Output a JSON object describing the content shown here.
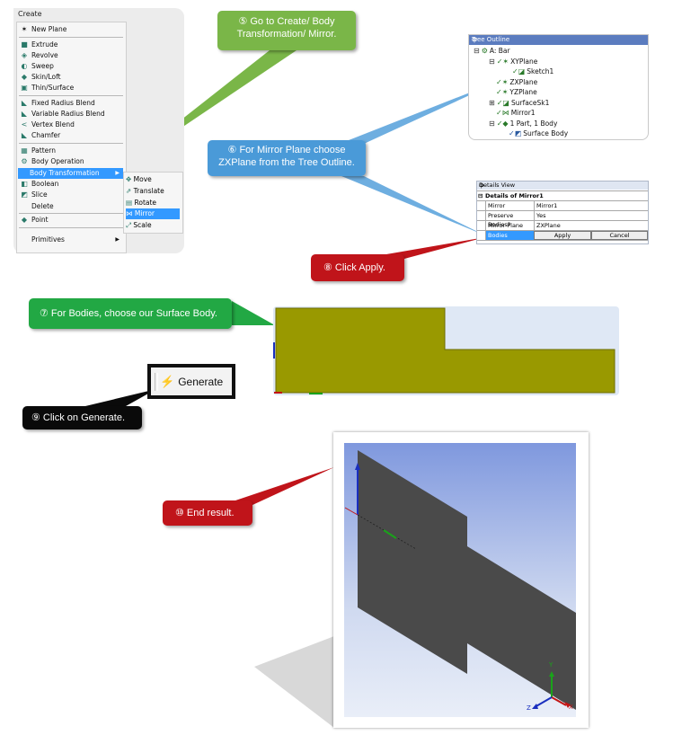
{
  "create_menu": {
    "header": "Create",
    "items": [
      {
        "label": "New Plane",
        "icon": "plane-axes-icon"
      },
      {
        "label": "Extrude",
        "icon": "extrude-icon"
      },
      {
        "label": "Revolve",
        "icon": "revolve-icon"
      },
      {
        "label": "Sweep",
        "icon": "sweep-icon"
      },
      {
        "label": "Skin/Loft",
        "icon": "skin-loft-icon"
      },
      {
        "label": "Thin/Surface",
        "icon": "thin-surface-icon"
      },
      {
        "label": "Fixed Radius Blend",
        "icon": "blend-icon"
      },
      {
        "label": "Variable Radius Blend",
        "icon": "blend-icon"
      },
      {
        "label": "Vertex Blend",
        "icon": "vertex-blend-icon"
      },
      {
        "label": "Chamfer",
        "icon": "chamfer-icon"
      },
      {
        "label": "Pattern",
        "icon": "pattern-icon"
      },
      {
        "label": "Body Operation",
        "icon": "body-operation-icon"
      },
      {
        "label": "Body Transformation",
        "icon": ""
      },
      {
        "label": "Boolean",
        "icon": "boolean-icon"
      },
      {
        "label": "Slice",
        "icon": "slice-icon"
      },
      {
        "label": "Delete",
        "icon": ""
      },
      {
        "label": "Point",
        "icon": "point-icon"
      },
      {
        "label": "Primitives",
        "icon": ""
      }
    ],
    "submenu": [
      {
        "label": "Move",
        "icon": "move-icon"
      },
      {
        "label": "Translate",
        "icon": "translate-icon"
      },
      {
        "label": "Rotate",
        "icon": "rotate-icon"
      },
      {
        "label": "Mirror",
        "icon": "mirror-icon"
      },
      {
        "label": "Scale",
        "icon": "scale-icon"
      }
    ]
  },
  "callouts": {
    "c5": "⑤ Go to Create/ Body Transformation/ Mirror.",
    "c6": "⑥ For Mirror Plane choose ZXPlane from the Tree Outline.",
    "c7": "⑦ For Bodies, choose our Surface Body.",
    "c8": "⑧ Click Apply.",
    "c9": "⑨ Click on Generate.",
    "c10": "⑩ End result."
  },
  "tree_outline": {
    "title": "Tree Outline",
    "pin": "ф",
    "nodes": {
      "root": "A: Bar",
      "xyplane": "XYPlane",
      "sketch1": "Sketch1",
      "zxplane": "ZXPlane",
      "yzplane": "YZPlane",
      "surfacesk1": "SurfaceSk1",
      "mirror1": "Mirror1",
      "parts": "1 Part, 1 Body",
      "surface_body": "Surface Body"
    }
  },
  "details_view": {
    "title": "Details View",
    "pin": "ф",
    "section": "Details of Mirror1",
    "rows": {
      "mirror": {
        "label": "Mirror",
        "value": "Mirror1"
      },
      "preserve": {
        "label": "Preserve Bodies?",
        "value": "Yes"
      },
      "plane": {
        "label": "Mirror Plane",
        "value": "ZXPlane"
      },
      "bodies": {
        "label": "Bodies"
      }
    },
    "apply_label": "Apply",
    "cancel_label": "Cancel"
  },
  "generate": {
    "label": "Generate",
    "icon": "lightning-bolt-icon"
  },
  "triad": {
    "y": "Y",
    "x": "X",
    "z": "Z"
  },
  "colors": {
    "menu_highlight": "#3399ff",
    "green_callout": "#7ab648",
    "blue_callout": "#4a9ad8",
    "dark_green_callout": "#22a844",
    "red_callout": "#c0141a",
    "surface_body": "#999900",
    "mirrored_body": "#4a4a4a"
  }
}
